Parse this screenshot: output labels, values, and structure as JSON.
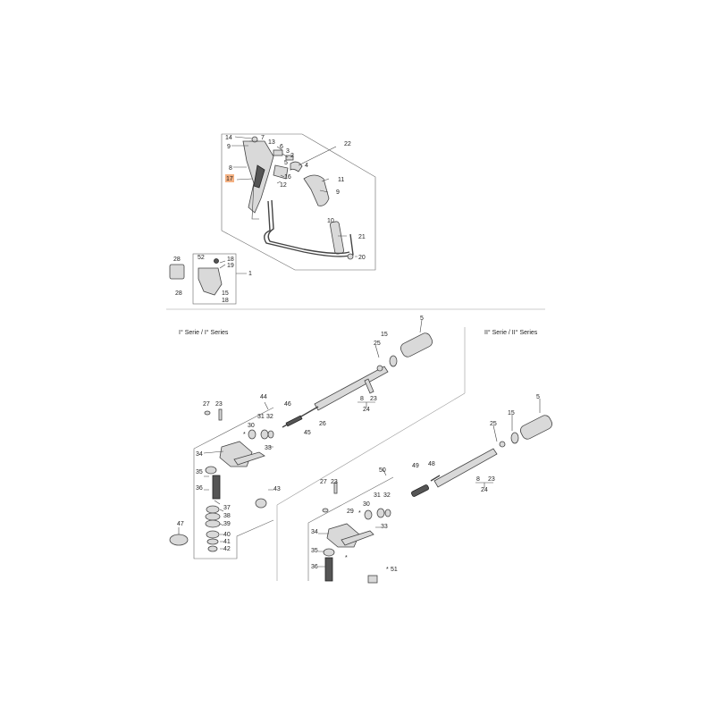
{
  "series_labels": {
    "left": "I° Serie / I° Series",
    "right": "II° Serie / II° Series"
  },
  "callouts": {
    "c14": "14",
    "c13": "13",
    "c7": "7",
    "c9a": "9",
    "c6": "6",
    "c3": "3",
    "c2": "2",
    "c8": "8",
    "c5": "5",
    "c4": "4",
    "c17": "17",
    "c16": "16",
    "c12": "12",
    "c11": "11",
    "c9b": "9",
    "c10": "10",
    "c21": "21",
    "c20": "20",
    "c22": "22",
    "c28a": "28",
    "c28b": "28",
    "c52": "52",
    "c18a": "18",
    "c19": "19",
    "c1": "1",
    "c15a": "15",
    "c18b": "18",
    "l5": "5",
    "l25": "25",
    "l15": "15",
    "l8": "8",
    "l23": "23",
    "l24": "24",
    "l46": "46",
    "l26": "26",
    "l45": "45",
    "l44": "44",
    "l27": "27",
    "l23b": "23",
    "l31": "31",
    "l32": "32",
    "l30": "30",
    "star1": "*",
    "l33": "33",
    "l34": "34",
    "l35": "35",
    "l36": "36",
    "l37": "37",
    "l38": "38",
    "l39": "39",
    "l40": "40",
    "l41": "41",
    "l42": "42",
    "l47": "47",
    "l43": "43",
    "r5": "5",
    "r25": "25",
    "r15": "15",
    "r8": "8",
    "r23": "23",
    "r24": "24",
    "r49": "49",
    "r48": "48",
    "r50": "50",
    "r27": "27",
    "r23b": "23",
    "r31": "31",
    "r32": "32",
    "r30": "30",
    "r29": "29",
    "r33": "33",
    "r34": "34",
    "r35": "35",
    "r36": "36",
    "r51": "51",
    "star2": "*",
    "star3": "*",
    "star4": "*"
  }
}
